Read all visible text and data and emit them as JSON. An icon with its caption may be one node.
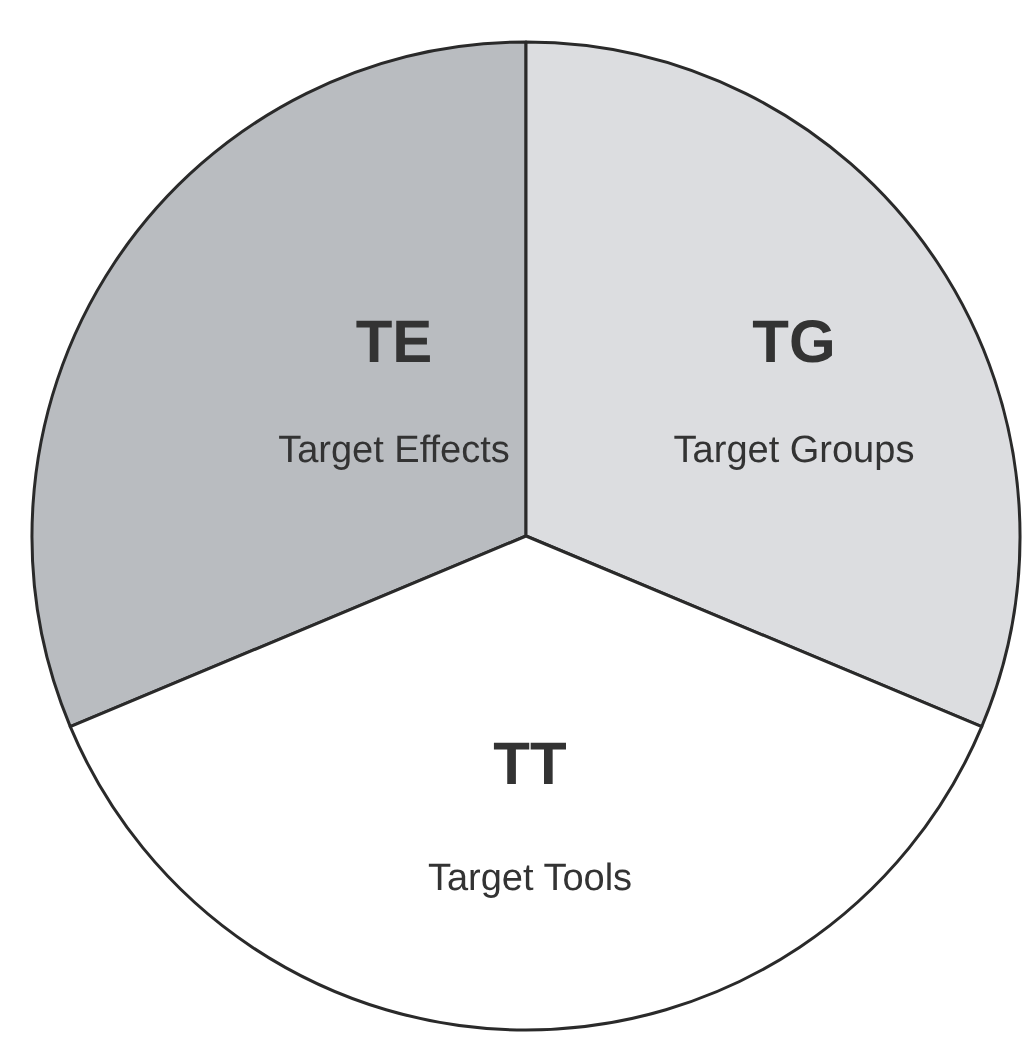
{
  "diagram": {
    "nodes": [
      {
        "text": [
          "TE",
          "Target Effects"
        ]
      },
      {
        "text": [
          "TG",
          "Target Groups"
        ]
      },
      {
        "text": [
          "TT",
          "Target Tools"
        ]
      }
    ]
  }
}
